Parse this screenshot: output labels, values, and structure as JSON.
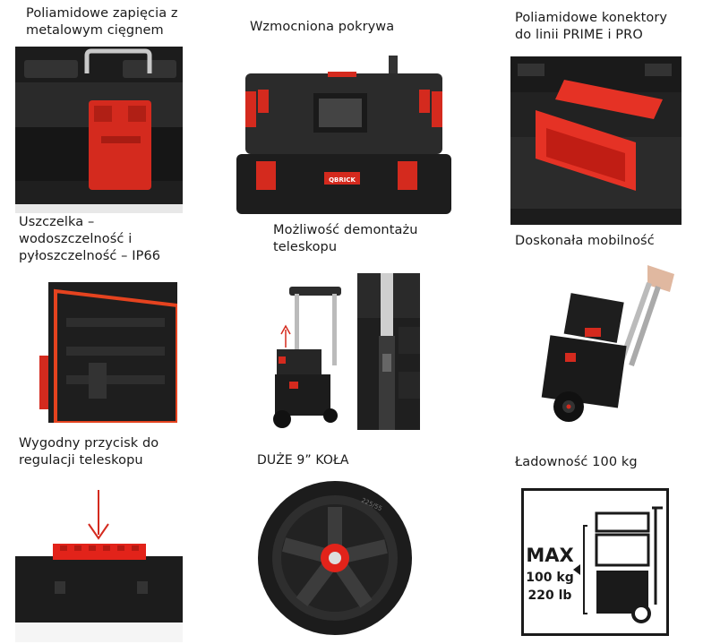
{
  "captions": {
    "c1": [
      "Poliamidowe zapięcia z",
      "metalowym cięgnem"
    ],
    "c2": [
      "Wzmocniona pokrywa"
    ],
    "c3": [
      "Poliamidowe konektory",
      "do linii PRIME i PRO"
    ],
    "c4": [
      "Uszczelka –",
      "wodoszczelność i",
      "pyłoszczelność – IP66"
    ],
    "c5": [
      "Możliwość demontażu",
      "teleskopu"
    ],
    "c6": [
      "Doskonała mobilność"
    ],
    "c7": [
      "Wygodny przycisk do",
      "regulacji teleskopu"
    ],
    "c8": [
      "DUŻE 9” KOŁA"
    ],
    "c9": [
      "Ładowność 100 kg"
    ]
  },
  "load_icon": {
    "max": "MAX",
    "kg": "100 kg",
    "lb": "220 lb"
  },
  "brand": {
    "lid_logo": "QBRICK",
    "accent_color": "#e2231a",
    "body_color": "#1b1b1b"
  },
  "wheel_text": "225/55"
}
